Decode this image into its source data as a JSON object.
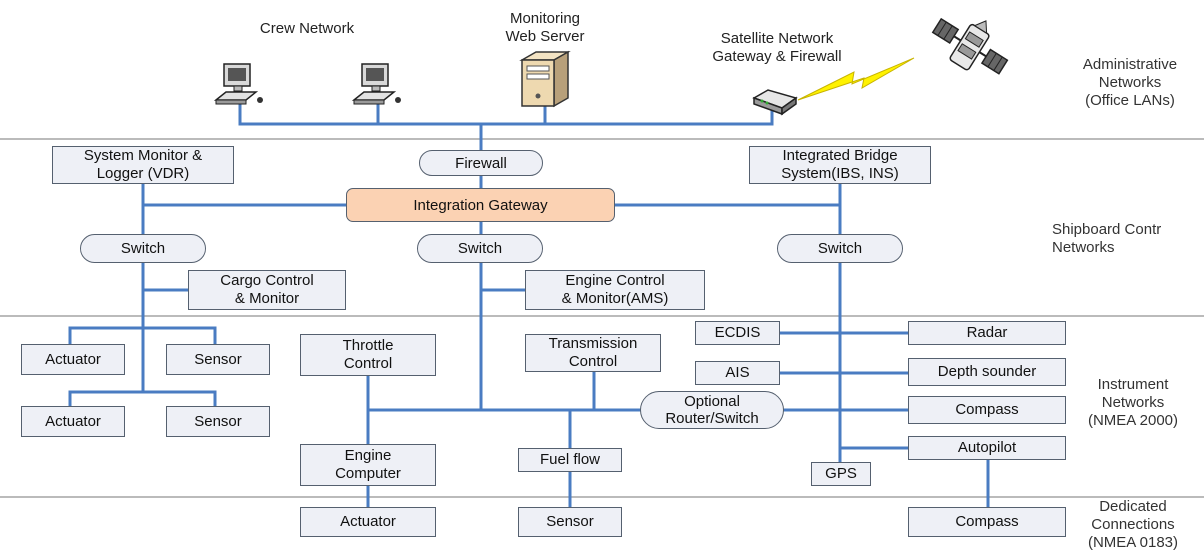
{
  "zones": {
    "administrative": "Administrative\nNetworks\n(Office LANs)",
    "shipboard": "Shipboard Contr\nNetworks",
    "instrument": "Instrument\nNetworks\n(NMEA 2000)",
    "dedicated": "Dedicated\nConnections\n(NMEA 0183)"
  },
  "admin": {
    "crew_network": "Crew Network",
    "monitoring_server": "Monitoring\nWeb Server",
    "satellite_gateway": "Satellite Network\nGateway & Firewall"
  },
  "shipboard": {
    "firewall": "Firewall",
    "system_monitor": "System Monitor &\nLogger (VDR)",
    "ibs": "Integrated Bridge\nSystem(IBS, INS)",
    "gateway": "Integration Gateway",
    "switch_left": "Switch",
    "switch_center": "Switch",
    "switch_right": "Switch",
    "cargo_control": "Cargo Control\n& Monitor",
    "engine_control": "Engine Control\n& Monitor(AMS)"
  },
  "instrument": {
    "actuator_1": "Actuator",
    "sensor_1": "Sensor",
    "actuator_2": "Actuator",
    "sensor_2": "Sensor",
    "throttle": "Throttle\nControl",
    "transmission": "Transmission\nControl",
    "router": "Optional\nRouter/Switch",
    "ecdis": "ECDIS",
    "ais": "AIS",
    "radar": "Radar",
    "depth_sounder": "Depth sounder",
    "compass": "Compass",
    "autopilot": "Autopilot",
    "engine_computer": "Engine\nComputer",
    "fuel_flow": "Fuel flow",
    "gps": "GPS"
  },
  "dedicated": {
    "actuator": "Actuator",
    "sensor": "Sensor",
    "compass": "Compass"
  },
  "colors": {
    "wire": "#4a7cc2",
    "zone_line": "#777777",
    "box_fill": "#eef0f6",
    "gateway_fill": "#fbd2b3",
    "lightning": "#fff200"
  },
  "icons": [
    "computer-icon",
    "computer-icon",
    "server-tower-icon",
    "network-gateway-icon",
    "lightning-icon",
    "satellite-icon"
  ]
}
